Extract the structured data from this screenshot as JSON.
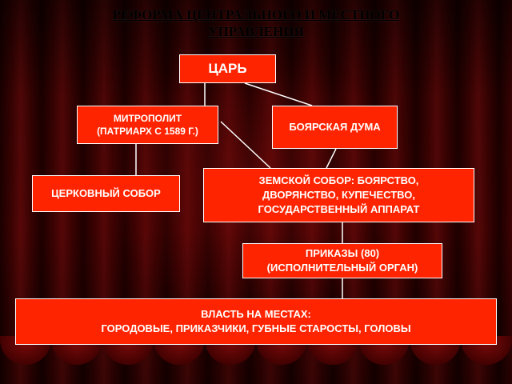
{
  "title": {
    "line1": "РЕФОРМА  ЦЕНТРАЛЬНОГО  И  МЕСТНОГО",
    "line2": "УПРАВЛЕНИЯ"
  },
  "nodes": {
    "tsar": "ЦАРЬ",
    "metropolitan": "МИТРОПОЛИТ\n(ПАТРИАРХ С 1589 Г.)",
    "boyar_duma": "БОЯРСКАЯ ДУМА",
    "church_council": "ЦЕРКОВНЫЙ СОБОР",
    "zemsky_sobor": "ЗЕМСКОЙ СОБОР: БОЯРСТВО,\nДВОРЯНСТВО, КУПЕЧЕСТВО,\nГОСУДАРСТВЕННЫЙ АППАРАТ",
    "prikazy": "ПРИКАЗЫ (80)\n(ИСПОЛНИТЕЛЬНЫЙ ОРГАН)",
    "local_power": "ВЛАСТЬ НА МЕСТАХ:\nГОРОДОВЫЕ, ПРИКАЗЧИКИ, ГУБНЫЕ СТАРОСТЫ, ГОЛОВЫ"
  },
  "colors": {
    "box_fill": "#ff2400",
    "box_border": "#ffffff",
    "box_text": "#ffffff",
    "connector": "#ffffff",
    "background": "#3a0202"
  }
}
